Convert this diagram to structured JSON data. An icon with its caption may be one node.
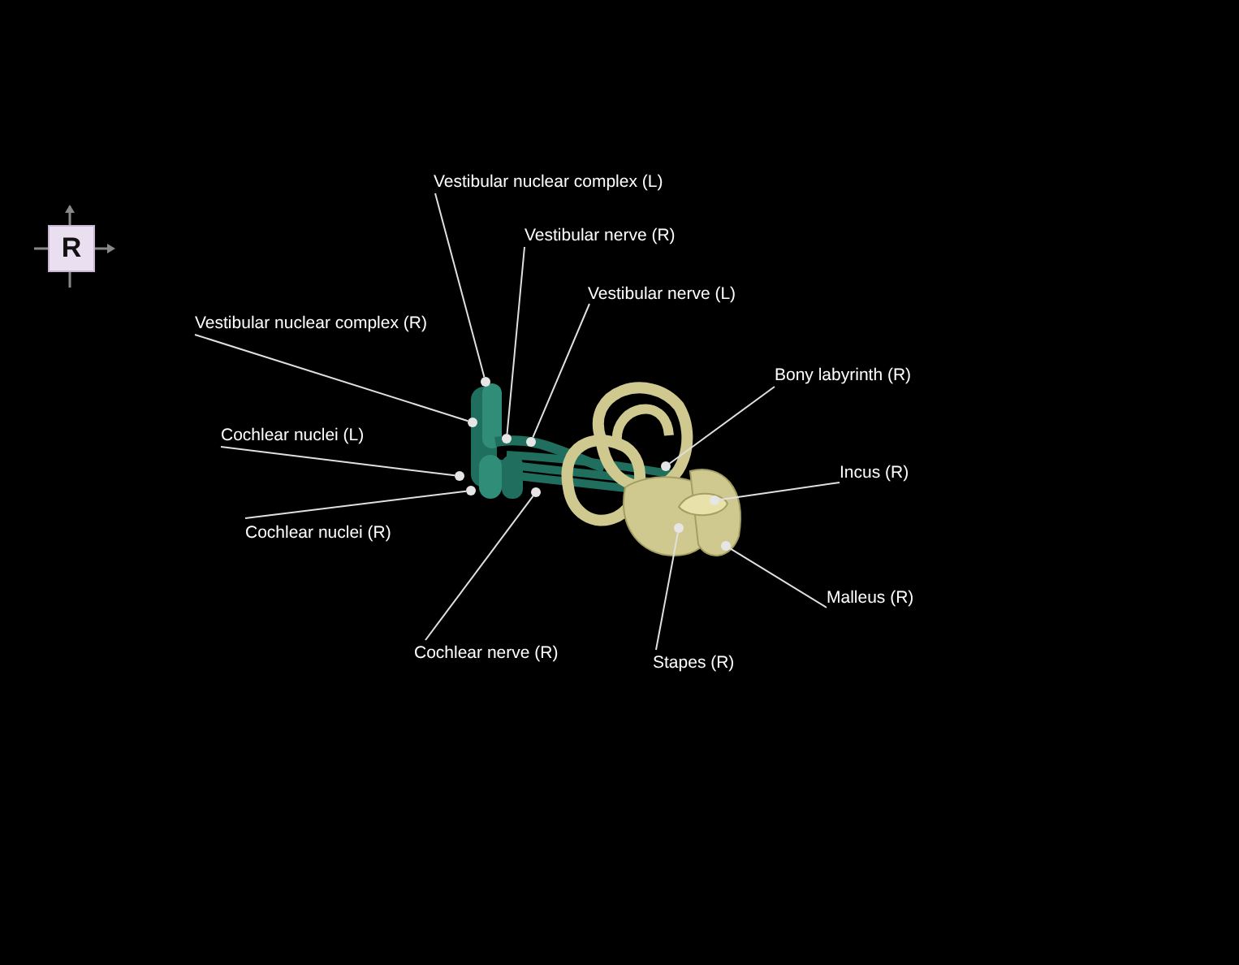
{
  "diagram": {
    "nodes": [
      {
        "text": [
          "Vestibular nuclear complex (L)"
        ]
      },
      {
        "text": [
          "Vestibular nerve (R)"
        ]
      },
      {
        "text": [
          "Vestibular nerve (L)"
        ]
      },
      {
        "text": [
          "Vestibular nuclear complex (R)"
        ]
      },
      {
        "text": [
          "Cochlear nuclei (L)"
        ]
      },
      {
        "text": [
          "Cochlear nuclei (R)"
        ]
      },
      {
        "text": [
          "Cochlear nerve (R)"
        ]
      },
      {
        "text": [
          "Bony labyrinth (R)"
        ]
      },
      {
        "text": [
          "Incus (R)"
        ]
      },
      {
        "text": [
          "Malleus (R)"
        ]
      },
      {
        "text": [
          "Stapes (R)"
        ]
      },
      {
        "text": [],
        "shape": "circle"
      },
      {
        "text": [],
        "shape": "circle"
      },
      {
        "text": [],
        "shape": "circle"
      },
      {
        "text": [],
        "shape": "circle"
      },
      {
        "text": [],
        "shape": "circle"
      },
      {
        "text": [],
        "shape": "circle"
      },
      {
        "text": [],
        "shape": "circle"
      },
      {
        "text": [],
        "shape": "circle"
      },
      {
        "text": [],
        "shape": "circle"
      },
      {
        "text": [],
        "shape": "circle"
      },
      {
        "text": [],
        "shape": "circle"
      }
    ],
    "edges": [
      {
        "from": 0,
        "to": 11,
        "arrow": "none"
      },
      {
        "from": 1,
        "to": 12,
        "arrow": "none"
      },
      {
        "from": 2,
        "to": 13,
        "arrow": "none"
      },
      {
        "from": 3,
        "to": 14,
        "arrow": "none"
      },
      {
        "from": 4,
        "to": 15,
        "arrow": "none"
      },
      {
        "from": 5,
        "to": 16,
        "arrow": "none"
      },
      {
        "from": 6,
        "to": 17,
        "arrow": "none"
      },
      {
        "from": 7,
        "to": 18,
        "arrow": "none"
      },
      {
        "from": 8,
        "to": 19,
        "arrow": "none"
      },
      {
        "from": 9,
        "to": 20,
        "arrow": "none"
      },
      {
        "from": 10,
        "to": 21,
        "arrow": "none"
      }
    ],
    "labels": [
      "R"
    ]
  }
}
